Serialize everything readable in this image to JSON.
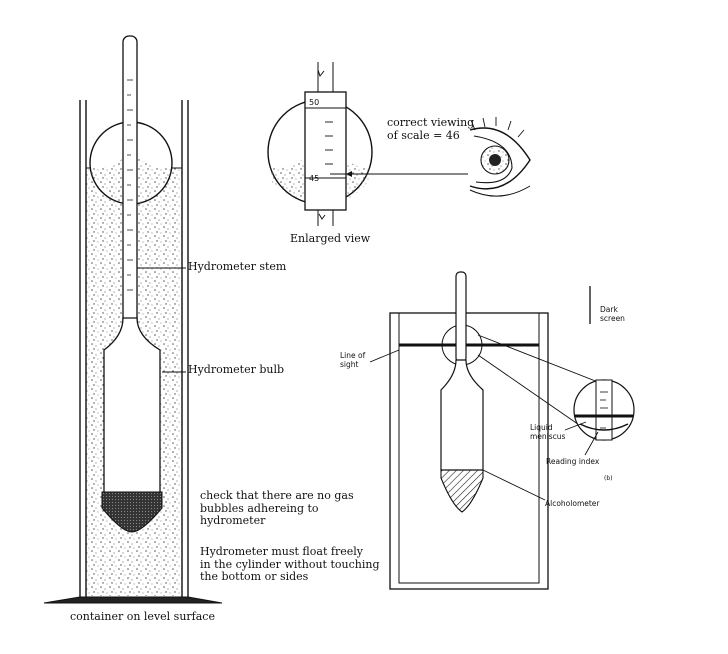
{
  "left_figure": {
    "stem_label": "Hydrometer stem",
    "bulb_label": "Hydrometer bulb",
    "bubbles_note": [
      "check that there are no gas",
      "bubbles adhereing to",
      "hydrometer"
    ],
    "float_note": [
      "Hydrometer must float freely",
      "in the cylinder without touching",
      "the bottom or sides"
    ],
    "container_caption": "container on level surface"
  },
  "enlarged_view": {
    "scale_top": "50",
    "scale_bottom": "45",
    "viewing_note": [
      "correct viewing",
      "of scale = 46"
    ],
    "caption": "Enlarged view"
  },
  "right_figure": {
    "dark_screen_label": [
      "Dark",
      "screen"
    ],
    "line_of_sight_label": [
      "Line of",
      "sight"
    ],
    "liquid_meniscus_label": [
      "Liquid",
      "meniscus"
    ],
    "reading_index_label": "Reading index",
    "panel_tag": "(b)",
    "alcoholometer_label": "Alcoholometer"
  }
}
